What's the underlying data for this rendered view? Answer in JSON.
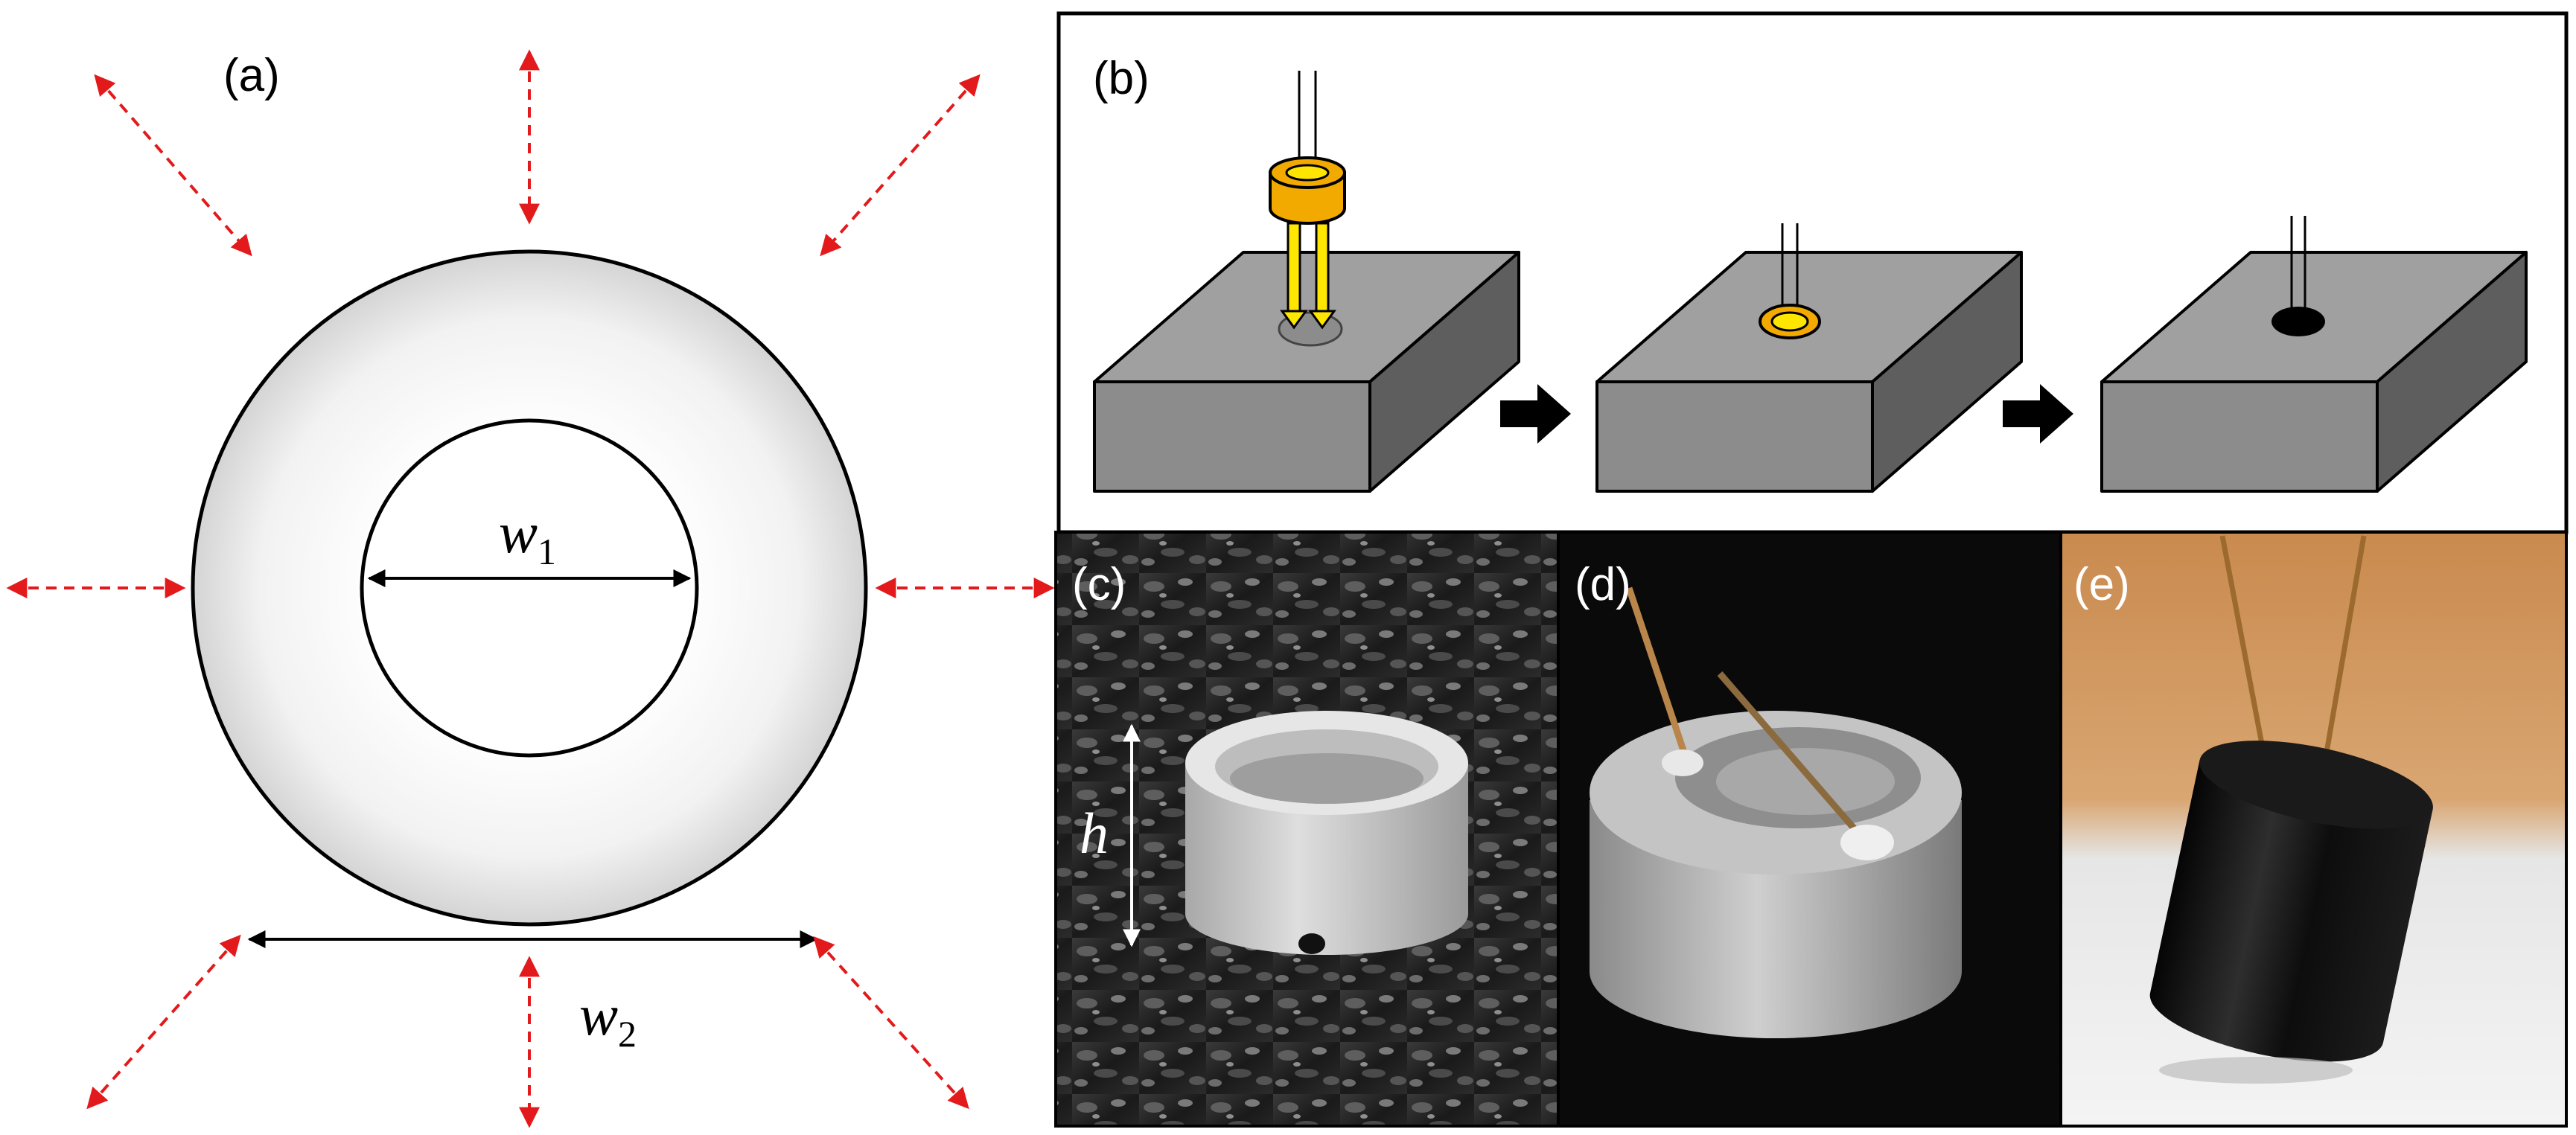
{
  "panels": {
    "a": {
      "label": "(a)",
      "inner_diameter_symbol": "w",
      "inner_diameter_subscript": "1",
      "outer_diameter_symbol": "w",
      "outer_diameter_subscript": "2",
      "arrow_color": "#e31a1c"
    },
    "b": {
      "label": "(b)",
      "block_color": "#8c8c8c",
      "crucible_color": "#f2a900",
      "beam_color": "#ffe600"
    },
    "c": {
      "label": "(c)",
      "height_symbol": "h"
    },
    "d": {
      "label": "(d)"
    },
    "e": {
      "label": "(e)"
    }
  }
}
